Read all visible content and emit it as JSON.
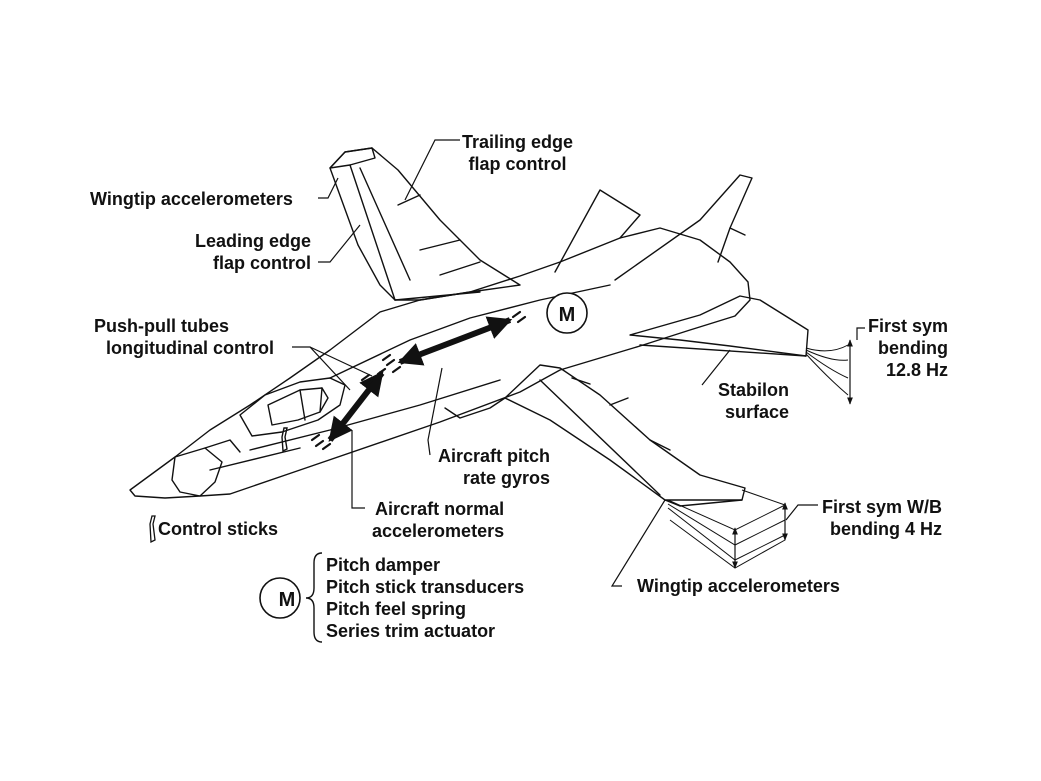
{
  "labels": {
    "trailing_edge": [
      "Trailing edge",
      "flap control"
    ],
    "wingtip_accel_upper": "Wingtip accelerometers",
    "leading_edge": [
      "Leading edge",
      "flap control"
    ],
    "push_pull": [
      "Push-pull tubes",
      "longitudinal control"
    ],
    "first_sym_bending": [
      "First sym",
      "bending",
      "12.8 Hz"
    ],
    "stabilon": [
      "Stabilon",
      "surface"
    ],
    "pitch_rate_gyros": [
      "Aircraft pitch",
      "rate gyros"
    ],
    "normal_accel": [
      "Aircraft normal",
      "accelerometers"
    ],
    "control_sticks": "Control sticks",
    "first_sym_wb": [
      "First sym W/B",
      "bending 4 Hz"
    ],
    "wingtip_accel_lower": "Wingtip accelerometers"
  },
  "motor_symbol": "M",
  "legend": {
    "symbol": "M",
    "items": [
      "Pitch damper",
      "Pitch stick transducers",
      "Pitch feel spring",
      "Series trim actuator"
    ]
  }
}
